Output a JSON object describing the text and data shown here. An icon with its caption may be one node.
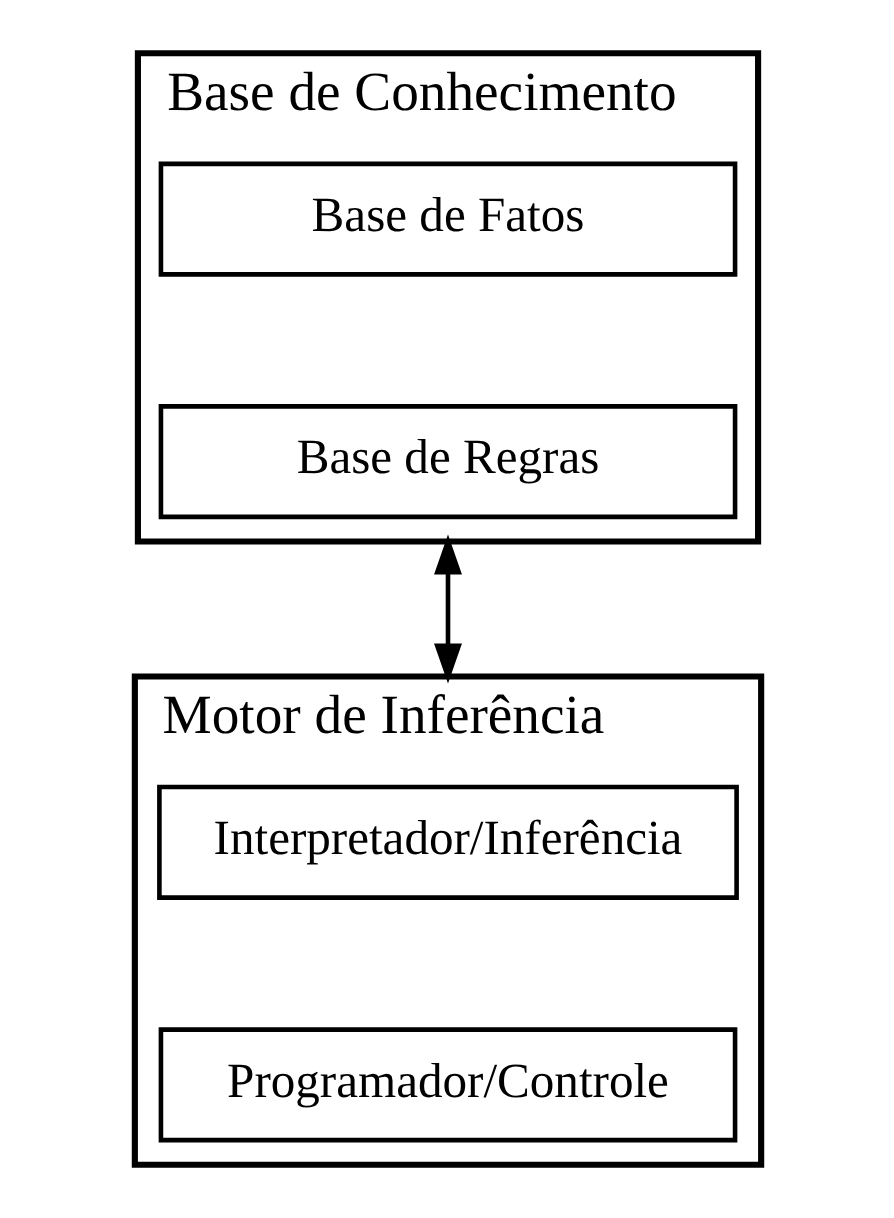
{
  "diagram": {
    "nodes": [
      {
        "text": [
          "Base de Conhecimento"
        ]
      },
      {
        "text": [
          "Base de Fatos"
        ],
        "in": 0
      },
      {
        "text": [
          "Base de Regras"
        ],
        "in": 0
      },
      {
        "text": [
          "Motor de Inferência"
        ]
      },
      {
        "text": [
          "Interpretador/Inferência"
        ],
        "in": 3
      },
      {
        "text": [
          "Programador/Controle"
        ],
        "in": 3
      }
    ],
    "edges": [
      {
        "from": 0,
        "to": 3,
        "arrow": "both"
      }
    ]
  }
}
